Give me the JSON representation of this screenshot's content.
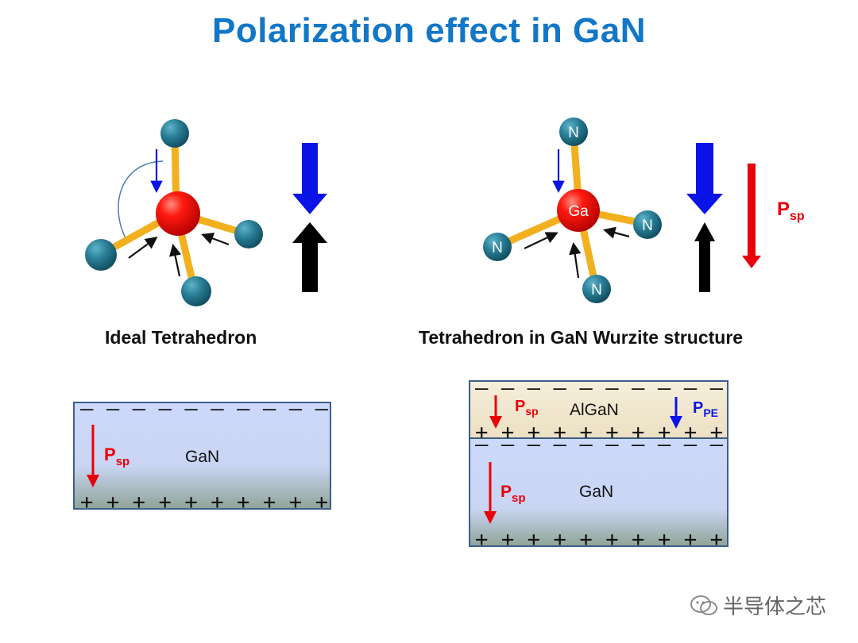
{
  "title": "Polarization effect in GaN",
  "captions": {
    "ideal": "Ideal Tetrahedron",
    "wurtzite": "Tetrahedron in GaN Wurzite structure"
  },
  "atoms": {
    "center": "Ga",
    "ligand": "N"
  },
  "labels": {
    "p_main": "P",
    "sub_sp": "sp",
    "sub_pe": "PE"
  },
  "layers": {
    "gan": "GaN",
    "algan": "AlGaN"
  },
  "charges": {
    "negative": "— — — — — — — — — —",
    "positive_gan_left": "+ + + + + + + + + +",
    "positive_algan": "+ + + + + + + + + +",
    "positive_gan_right": "+ + + + + + + + + +",
    "negative_algan": "— — — — — — — — — —",
    "negative_gan_right": "— — — — — — — — — —"
  },
  "watermark": "半导体之芯",
  "colors": {
    "title": "#1277c7",
    "ga_atom": "#e8000a",
    "n_atom": "#1e6e86",
    "bond": "#f2b01e",
    "blue_arrow": "#0a14e6",
    "red_arrow": "#e8000a",
    "gan_fill": "#cdd9fb",
    "algan_fill": "#f4ead2"
  }
}
